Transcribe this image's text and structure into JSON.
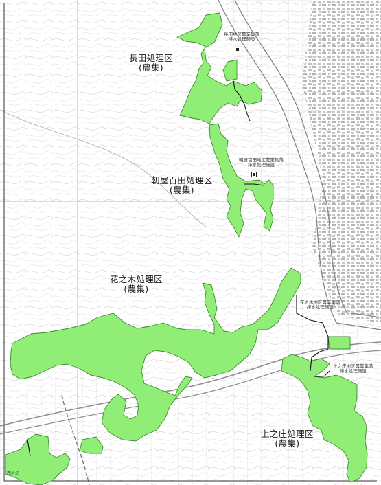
{
  "map": {
    "districts": [
      {
        "name": "長田処理区",
        "type": "(農集)"
      },
      {
        "name": "朝屋百田処理区",
        "type": "(農集)"
      },
      {
        "name": "花之木処理区",
        "type": "(農集)"
      },
      {
        "name": "上之庄処理区",
        "type": "(農集)"
      }
    ],
    "facilities": [
      {
        "line1": "長田地区農業集落",
        "line2": "排水処理施設"
      },
      {
        "line1": "朝屋百田地区農業集落",
        "line2": "排水処理施設"
      },
      {
        "line1": "花之木地区農業集落",
        "line2": "排水処理施設"
      },
      {
        "line1": "上之庄地区農業集落",
        "line2": "排水処理施設"
      }
    ],
    "corner_label": "西之坊",
    "colors": {
      "service_area": "#90EE77",
      "service_area_border": "#3c8a2c",
      "base_line": "#b9b9b9",
      "road": "#8e8e8e",
      "river": "#7d7d7d",
      "pipe": "#111111"
    }
  }
}
